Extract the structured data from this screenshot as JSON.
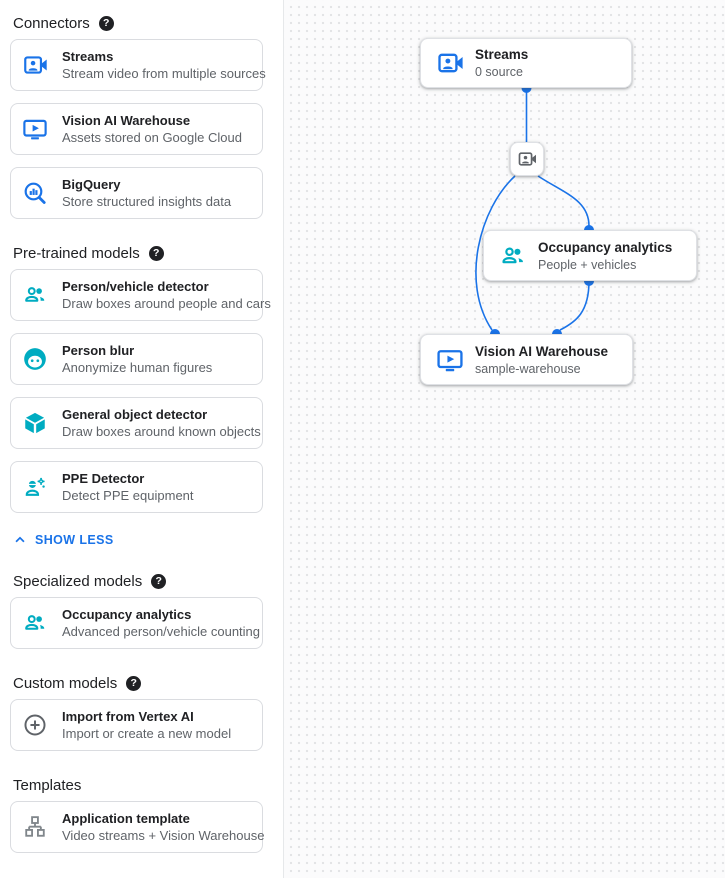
{
  "colors": {
    "blue": "#1a73e8",
    "teal": "#00acc1",
    "icon-gray": "#5f6368",
    "text-dark": "#202124",
    "text-secondary": "#5f6368",
    "card-border": "#dadce0",
    "canvas-bg": "#fbfbfc",
    "canvas-dot": "#e3e4e6"
  },
  "icons": {
    "help_glyph": "?"
  },
  "sidebar": {
    "sections": [
      {
        "title": "Connectors",
        "has_help": true,
        "items": [
          {
            "icon": "video-camera-icon",
            "title": "Streams",
            "desc": "Stream video from multiple sources"
          },
          {
            "icon": "smart-display-icon",
            "title": "Vision AI Warehouse",
            "desc": "Assets stored on Google Cloud"
          },
          {
            "icon": "bigquery-icon",
            "title": "BigQuery",
            "desc": "Store structured insights data"
          }
        ]
      },
      {
        "title": "Pre-trained models",
        "has_help": true,
        "items": [
          {
            "icon": "people-group-icon",
            "title": "Person/vehicle detector",
            "desc": "Draw boxes around people and cars"
          },
          {
            "icon": "face-icon",
            "title": "Person blur",
            "desc": "Anonymize human figures"
          },
          {
            "icon": "cube-icon",
            "title": "General object detector",
            "desc": "Draw boxes around known objects"
          },
          {
            "icon": "ppe-icon",
            "title": "PPE Detector",
            "desc": "Detect PPE equipment"
          }
        ]
      },
      {
        "title": "Specialized models",
        "has_help": true,
        "items": [
          {
            "icon": "people-group-icon",
            "title": "Occupancy analytics",
            "desc": "Advanced person/vehicle counting"
          }
        ]
      },
      {
        "title": "Custom models",
        "has_help": true,
        "items": [
          {
            "icon": "plus-circle-icon",
            "title": "Import from Vertex AI",
            "desc": "Import or create a new model"
          }
        ]
      },
      {
        "title": "Templates",
        "has_help": false,
        "items": [
          {
            "icon": "schema-icon",
            "title": "Application template",
            "desc": "Video streams + Vision Warehouse"
          }
        ]
      }
    ],
    "show_less_label": "SHOW LESS"
  },
  "canvas": {
    "nodes": {
      "streams": {
        "title": "Streams",
        "subtitle": "0 source"
      },
      "occupancy": {
        "title": "Occupancy analytics",
        "subtitle": "People + vehicles"
      },
      "warehouse": {
        "title": "Vision AI Warehouse",
        "subtitle": "sample-warehouse"
      }
    }
  }
}
